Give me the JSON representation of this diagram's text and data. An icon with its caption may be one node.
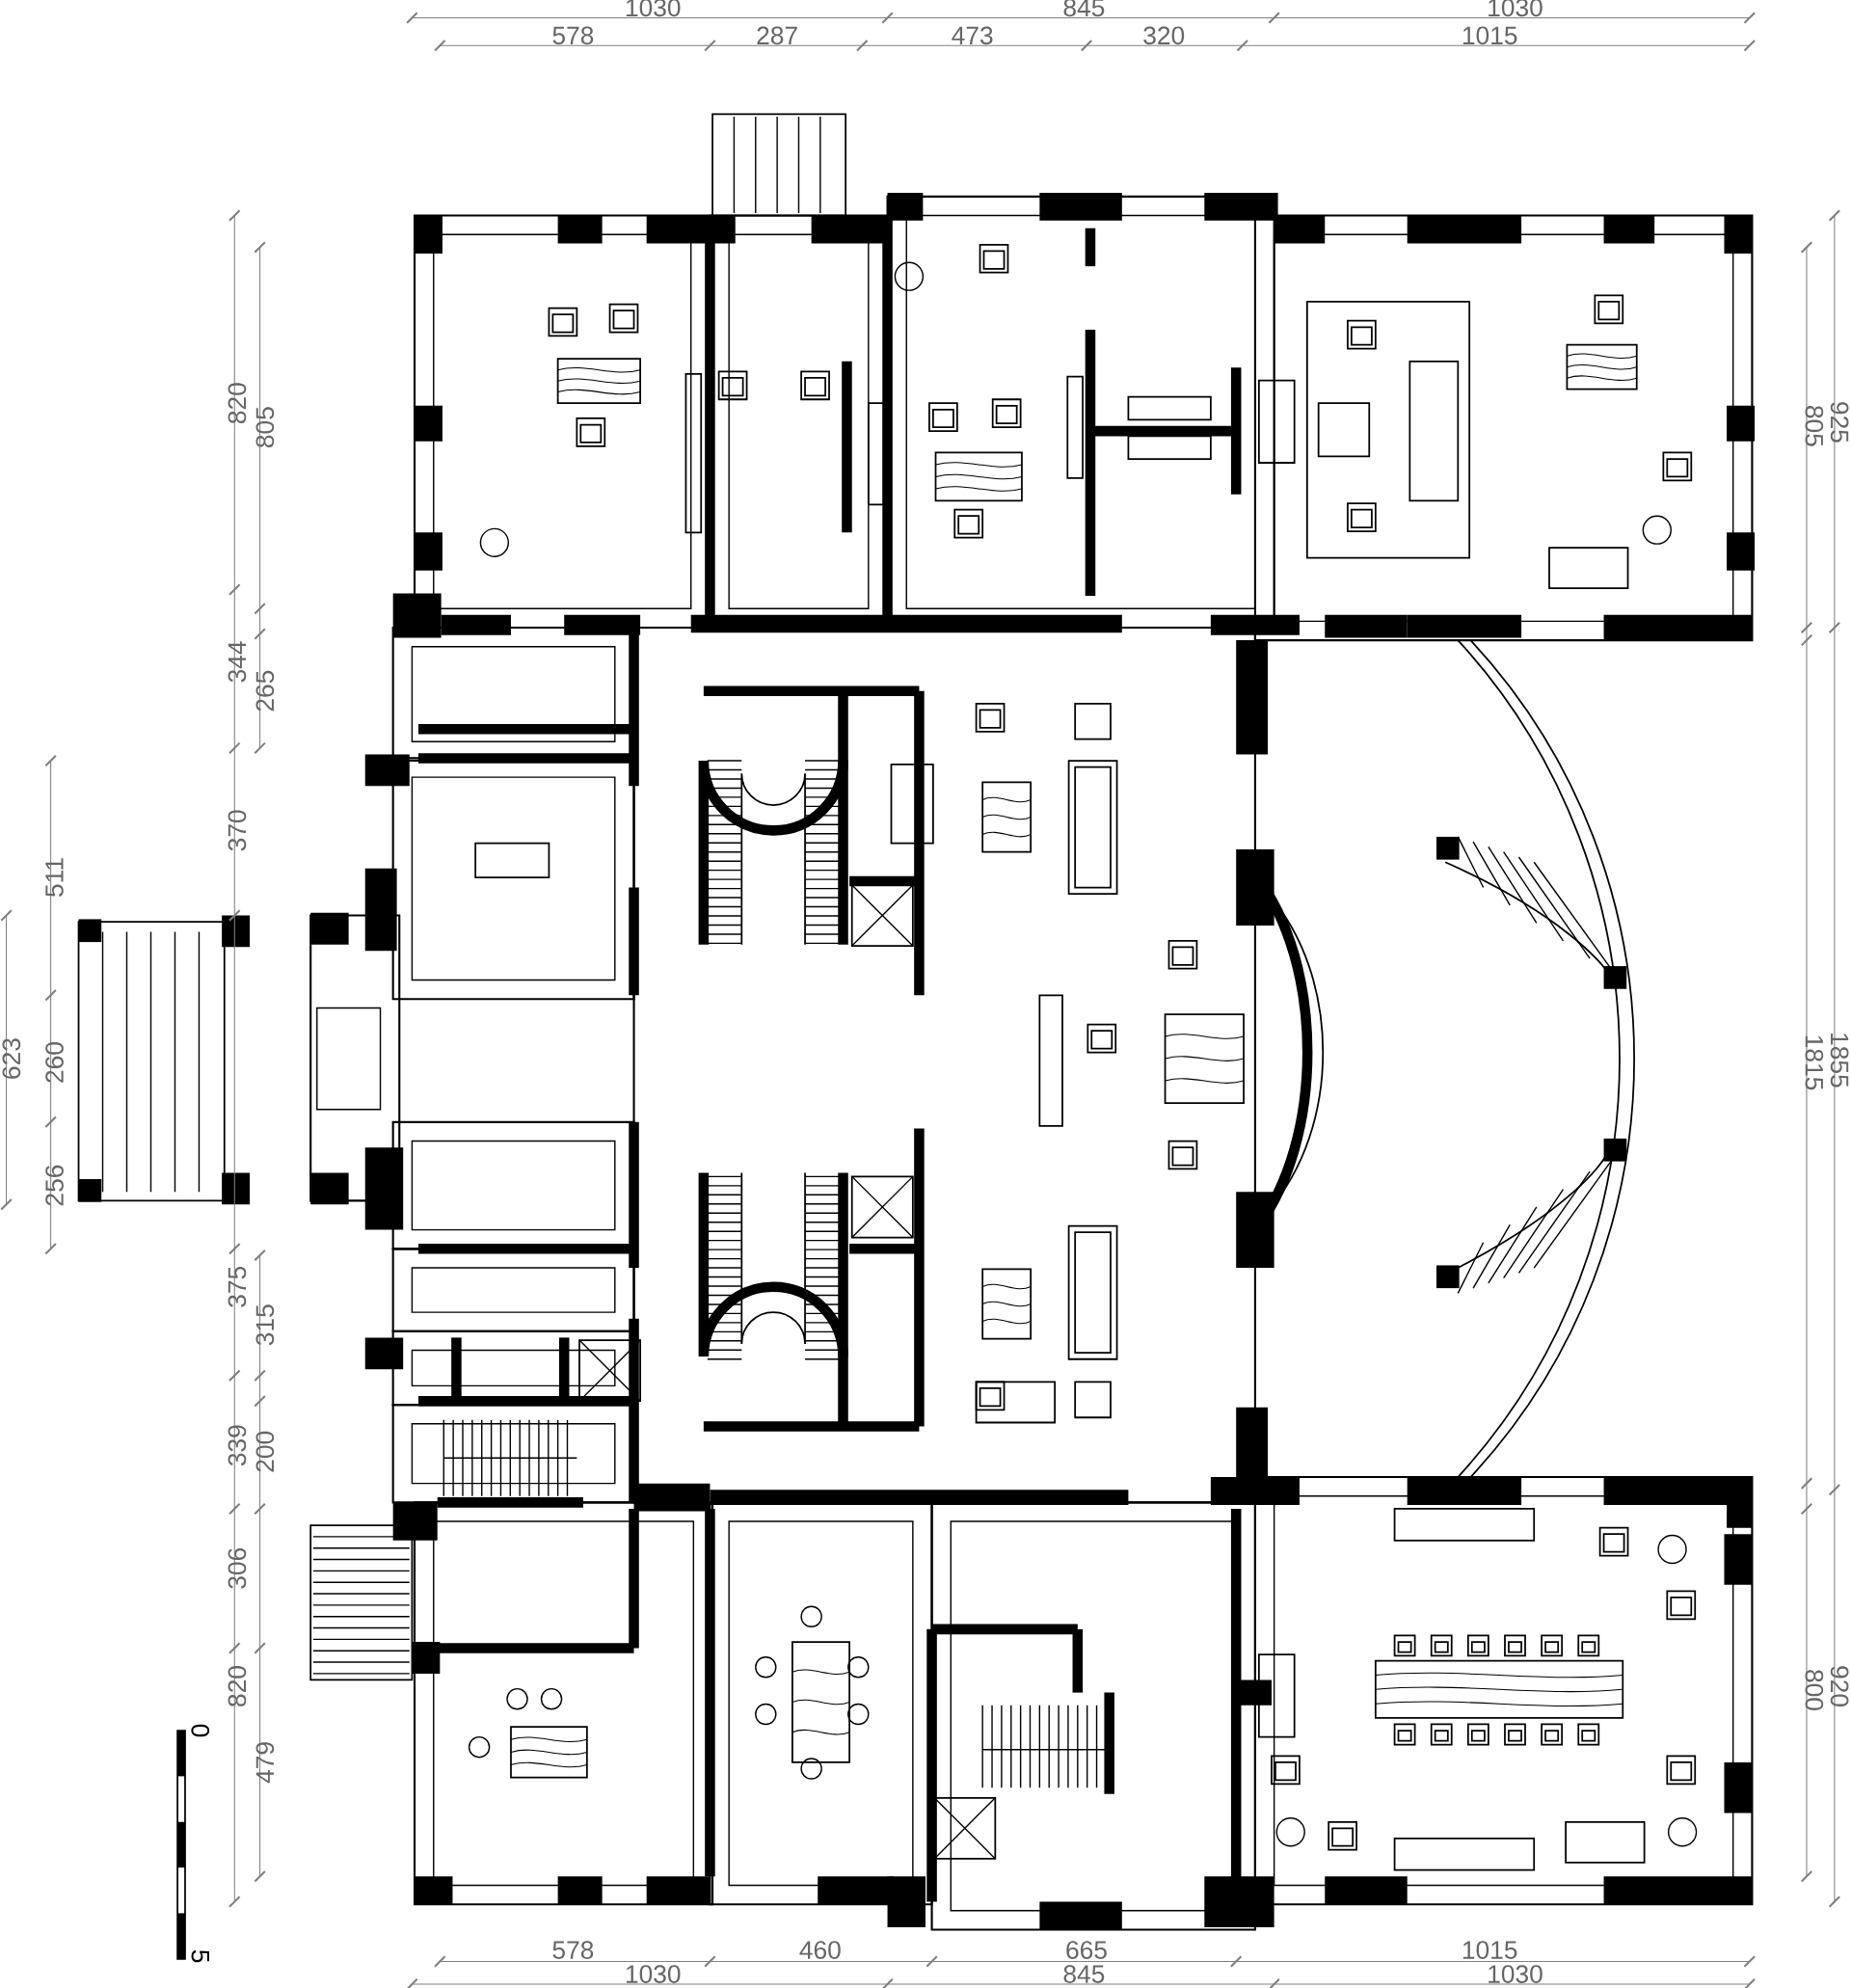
{
  "diagram": {
    "labels": [
      "1030",
      "845",
      "1030",
      "578",
      "287",
      "473",
      "320",
      "1015",
      "820",
      "805",
      "805",
      "925",
      "344",
      "265",
      "511",
      "370",
      "623",
      "260",
      "1815",
      "1855",
      "256",
      "375",
      "315",
      "339",
      "200",
      "306",
      "820",
      "800",
      "920",
      "0",
      "479",
      "5",
      "578",
      "460",
      "665",
      "1015",
      "1030",
      "845",
      "1030"
    ]
  }
}
